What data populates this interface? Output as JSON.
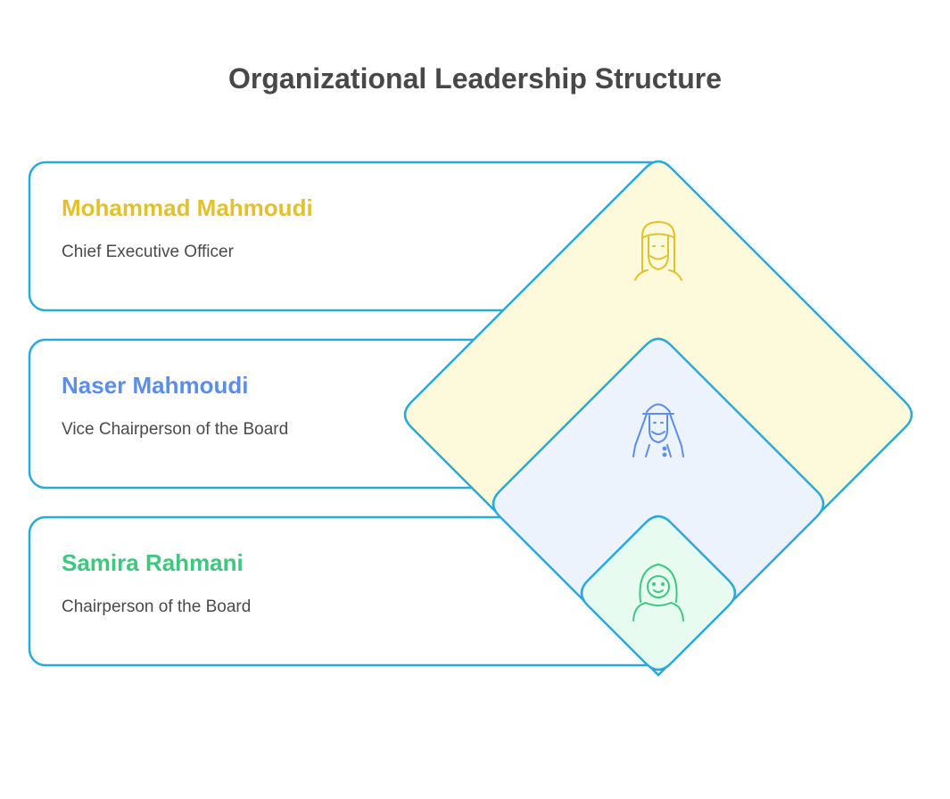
{
  "title": "Organizational Leadership Structure",
  "colors": {
    "border": "#29a9dc",
    "yellow_fill": "#fdf9db",
    "yellow_text": "#e2c12a",
    "blue_fill": "#edf3fd",
    "blue_text": "#5b8eea",
    "green_fill": "#e8fbf1",
    "green_text": "#3ec87f"
  },
  "people": [
    {
      "name": "Mohammad Mahmoudi",
      "role": "Chief Executive Officer",
      "icon": "man-with-headscarf-icon"
    },
    {
      "name": "Naser Mahmoudi",
      "role": "Vice Chairperson of the Board",
      "icon": "bearded-man-with-headdress-icon"
    },
    {
      "name": "Samira Rahmani",
      "role": "Chairperson of the Board",
      "icon": "woman-with-hijab-icon"
    }
  ]
}
